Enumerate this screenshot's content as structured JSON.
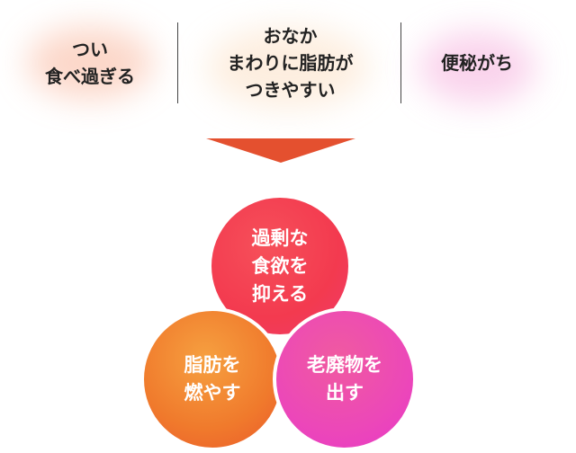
{
  "problems": [
    {
      "lines": [
        "つい",
        "食べ過ぎる"
      ]
    },
    {
      "lines": [
        "おなか",
        "まわりに脂肪が",
        "つきやすい"
      ]
    },
    {
      "lines": [
        "便秘がち"
      ]
    }
  ],
  "solutions": [
    {
      "lines": [
        "過剰な",
        "食欲を",
        "抑える"
      ],
      "color": "#f33a4f"
    },
    {
      "lines": [
        "脂肪を",
        "燃やす"
      ],
      "color": "#f07a2c"
    },
    {
      "lines": [
        "老廃物を",
        "出す"
      ],
      "color": "#ec48b8"
    }
  ],
  "colors": {
    "arrow": "#e4502f"
  }
}
